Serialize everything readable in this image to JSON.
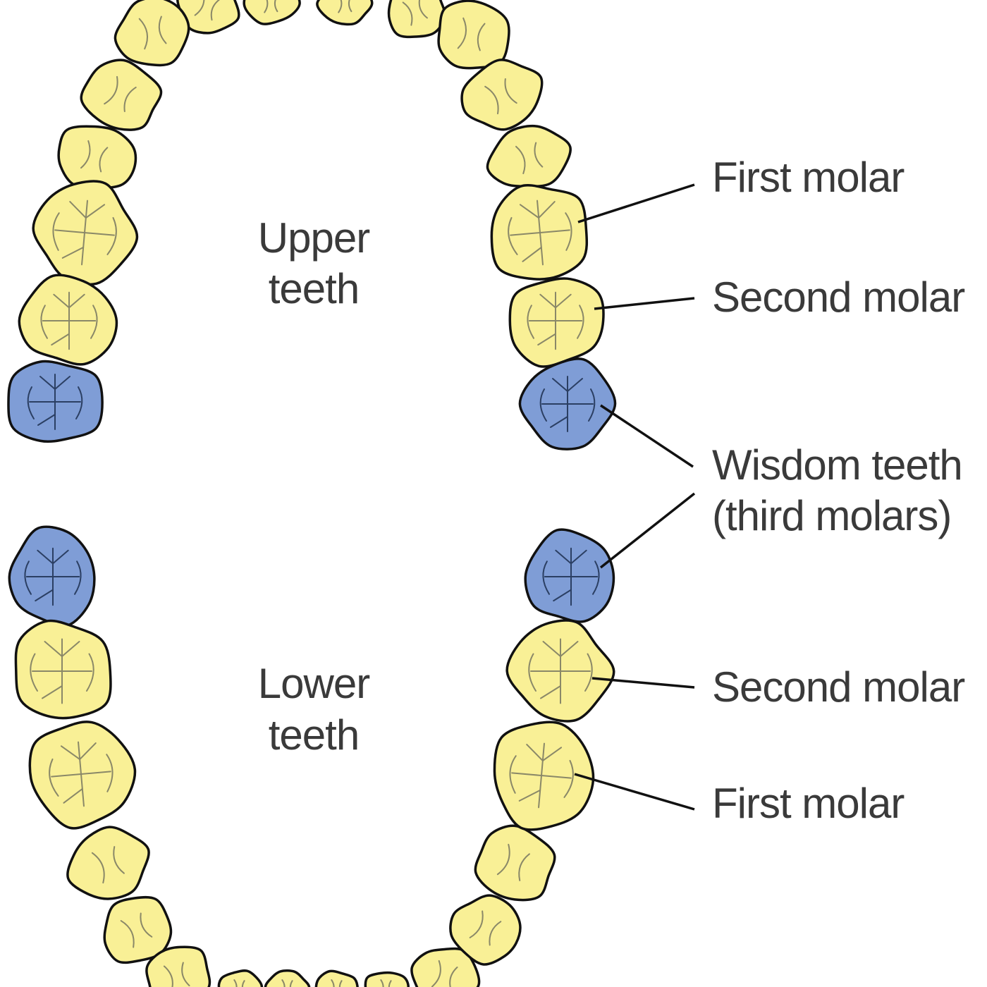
{
  "colors": {
    "tooth": "#f9f096",
    "wisdom_tooth": "#7f9dd6",
    "outline": "#111111",
    "text": "#3a3a3a",
    "background": "#ffffff"
  },
  "jaws": {
    "upper": {
      "line1": "Upper",
      "line2": "teeth"
    },
    "lower": {
      "line1": "Lower",
      "line2": "teeth"
    }
  },
  "labels": {
    "upper_first_molar": "First molar",
    "upper_second_molar": "Second molar",
    "wisdom_line1": "Wisdom teeth",
    "wisdom_line2": "(third molars)",
    "lower_second_molar": "Second molar",
    "lower_first_molar": "First molar"
  }
}
